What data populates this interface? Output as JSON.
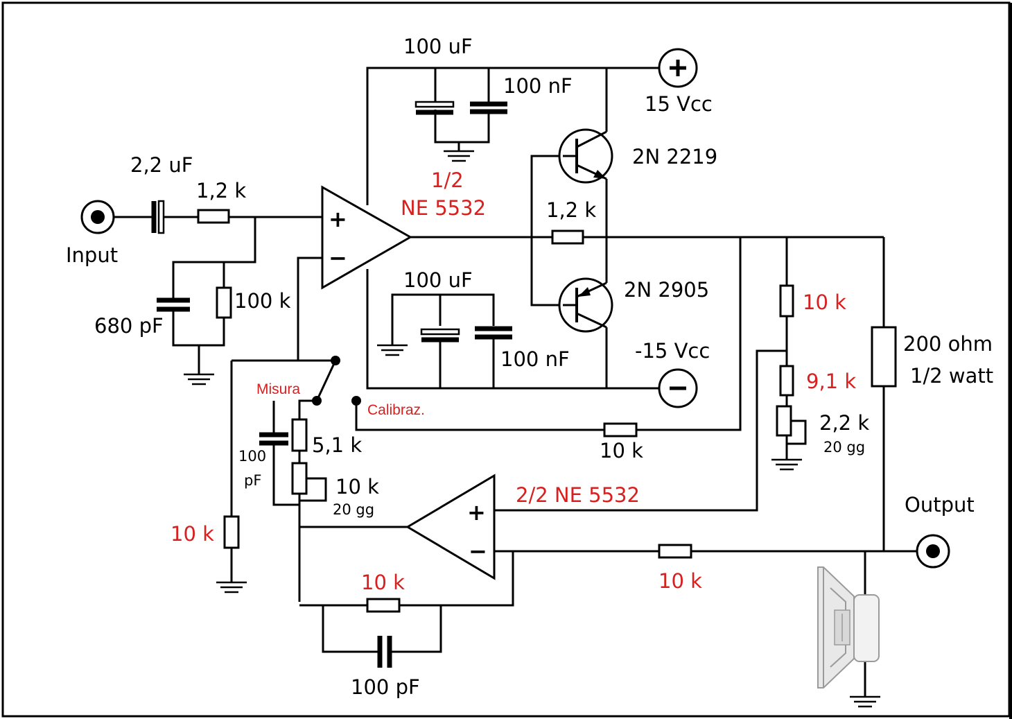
{
  "colors": {
    "wire": "#000000",
    "accent_label": "#d8201f",
    "background": "#ffffff"
  },
  "labels": {
    "input": "Input",
    "output": "Output",
    "c_in": "2,2 uF",
    "r_in": "1,2 k",
    "r_100k": "100 k",
    "c_680p": "680 pF",
    "c_100u_top": "100 uF",
    "c_100n_top": "100 nF",
    "vcc_pos": "15 Vcc",
    "vcc_neg": "-15 Vcc",
    "q1": "2N 2219",
    "q2": "2N 2905",
    "opamp1_line1": "1/2",
    "opamp1_line2": "NE 5532",
    "r_bias": "1,2 k",
    "c_100u_bot": "100 uF",
    "c_100n_bot": "100 nF",
    "r_10k_div": "10 k",
    "r_91k": "9,1 k",
    "pot_22k": "2,2 k",
    "pot_22k_sub": "20 gg",
    "r_200": "200 ohm",
    "r_200_sub": "1/2 watt",
    "switch_misura": "Misura",
    "switch_calib": "Calibraz.",
    "r_10k_calib": "10 k",
    "c_100p_fb_a": "100",
    "c_100p_fb_b": "pF",
    "r_51k": "5,1 k",
    "pot_10k": "10 k",
    "pot_10k_sub": "20 gg",
    "r_10k_gnd": "10 k",
    "opamp2": "2/2 NE 5532",
    "r_10k_out": "10 k",
    "r_10k_fb": "10 k",
    "c_100p_fb": "100 pF",
    "plus": "+",
    "minus": "−"
  },
  "icons": [
    "input-jack-icon",
    "output-jack-icon",
    "positive-supply-icon",
    "negative-supply-icon",
    "ground-icon",
    "speaker-icon",
    "npn-transistor-icon",
    "pnp-transistor-icon",
    "op-amp-icon"
  ]
}
